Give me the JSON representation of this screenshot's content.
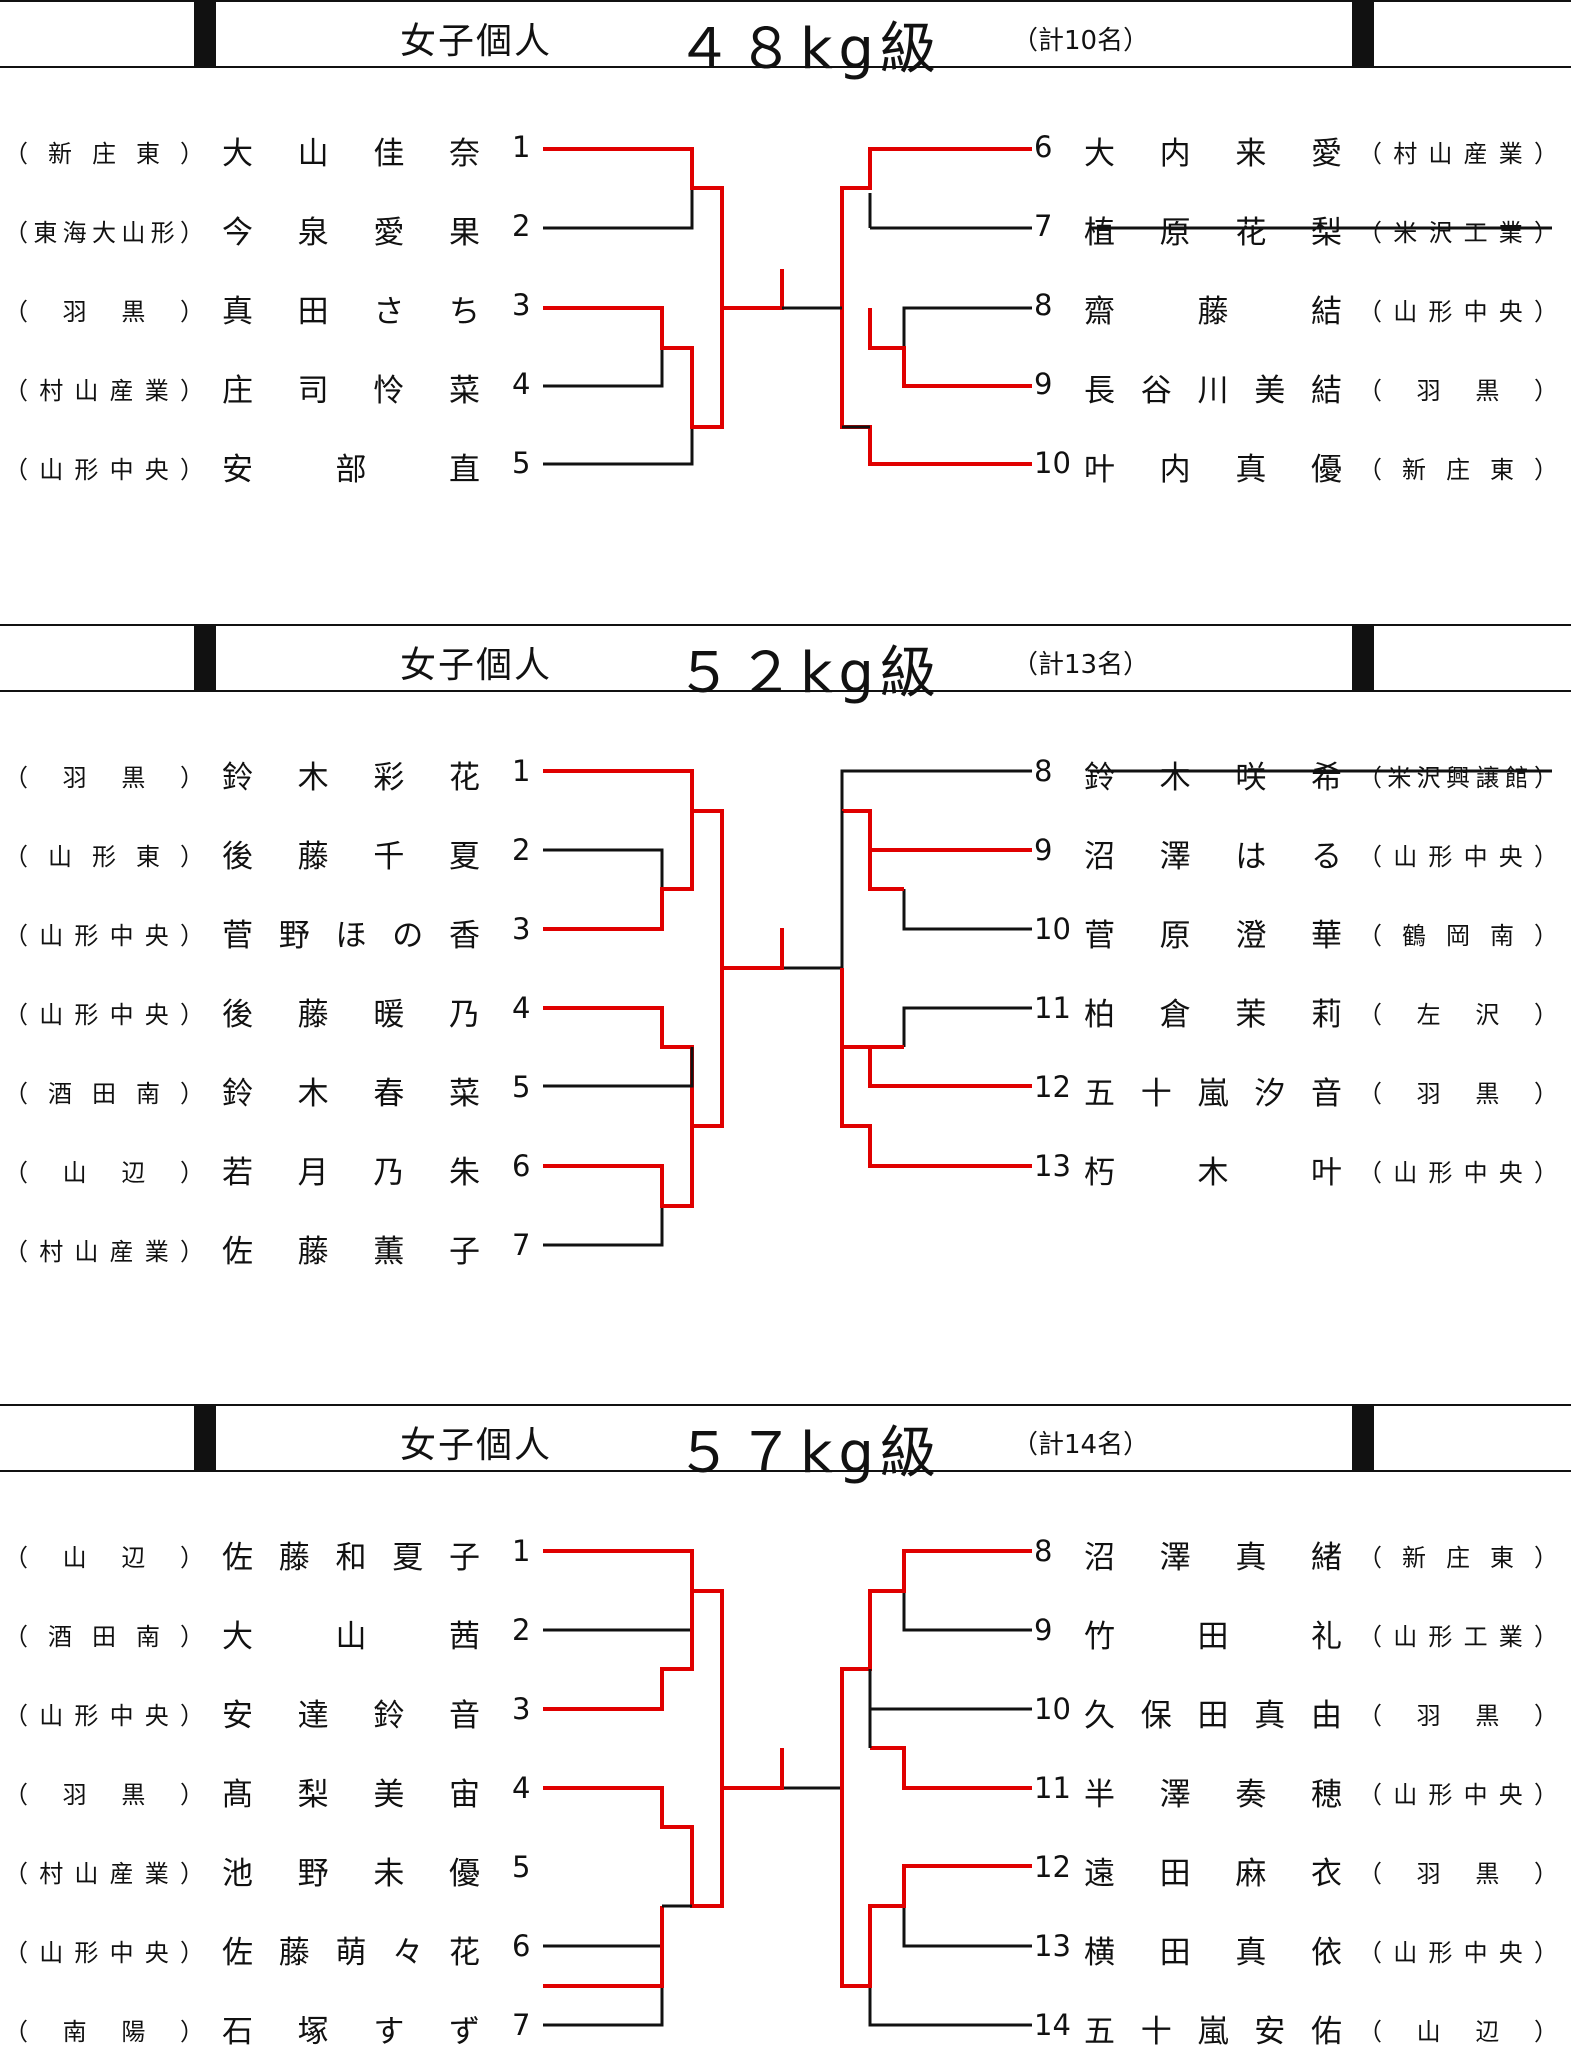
{
  "colors": {
    "winner_line": "#e00000",
    "normal_line": "#111111"
  },
  "sections": [
    {
      "title": "女子個人",
      "weight": "４８kg級",
      "count": "（計10名）",
      "left": [
        {
          "num": "1",
          "name": "大山佳奈",
          "school": "（新庄東）"
        },
        {
          "num": "2",
          "name": "今泉愛果",
          "school": "（東海大山形）"
        },
        {
          "num": "3",
          "name": "真田さち",
          "school": "（羽黒）"
        },
        {
          "num": "4",
          "name": "庄司怜菜",
          "school": "（村山産業）"
        },
        {
          "num": "5",
          "name": "安部直",
          "school": "（山形中央）"
        }
      ],
      "right": [
        {
          "num": "6",
          "name": "大内来愛",
          "school": "（村山産業）"
        },
        {
          "num": "7",
          "name": "植原花梨",
          "school": "（米沢工業）",
          "struck": true
        },
        {
          "num": "8",
          "name": "齋藤結",
          "school": "（山形中央）"
        },
        {
          "num": "9",
          "name": "長谷川美結",
          "school": "（羽黒）"
        },
        {
          "num": "10",
          "name": "叶内真優",
          "school": "（新庄東）"
        }
      ]
    },
    {
      "title": "女子個人",
      "weight": "５２kg級",
      "count": "（計13名）",
      "left": [
        {
          "num": "1",
          "name": "鈴木彩花",
          "school": "（羽黒）"
        },
        {
          "num": "2",
          "name": "後藤千夏",
          "school": "（山形東）"
        },
        {
          "num": "3",
          "name": "菅野ほの香",
          "school": "（山形中央）"
        },
        {
          "num": "4",
          "name": "後藤暖乃",
          "school": "（山形中央）"
        },
        {
          "num": "5",
          "name": "鈴木春菜",
          "school": "（酒田南）"
        },
        {
          "num": "6",
          "name": "若月乃朱",
          "school": "（山辺）"
        },
        {
          "num": "7",
          "name": "佐藤薫子",
          "school": "（村山産業）"
        }
      ],
      "right": [
        {
          "num": "8",
          "name": "鈴木咲希",
          "school": "（米沢興譲館）",
          "struck": true
        },
        {
          "num": "9",
          "name": "沼澤はる",
          "school": "（山形中央）"
        },
        {
          "num": "10",
          "name": "菅原澄華",
          "school": "（鶴岡南）"
        },
        {
          "num": "11",
          "name": "柏倉茉莉",
          "school": "（左沢）"
        },
        {
          "num": "12",
          "name": "五十嵐汐音",
          "school": "（羽黒）"
        },
        {
          "num": "13",
          "name": "朽木叶",
          "school": "（山形中央）"
        }
      ]
    },
    {
      "title": "女子個人",
      "weight": "５７kg級",
      "count": "（計14名）",
      "left": [
        {
          "num": "1",
          "name": "佐藤和夏子",
          "school": "（山辺）"
        },
        {
          "num": "2",
          "name": "大山茜",
          "school": "（酒田南）"
        },
        {
          "num": "3",
          "name": "安達鈴音",
          "school": "（山形中央）"
        },
        {
          "num": "4",
          "name": "髙梨美宙",
          "school": "（羽黒）"
        },
        {
          "num": "5",
          "name": "池野未優",
          "school": "（村山産業）"
        },
        {
          "num": "6",
          "name": "佐藤萌々花",
          "school": "（山形中央）"
        },
        {
          "num": "7",
          "name": "石塚すず",
          "school": "（南陽）"
        }
      ],
      "right": [
        {
          "num": "8",
          "name": "沼澤真緒",
          "school": "（新庄東）"
        },
        {
          "num": "9",
          "name": "竹田礼",
          "school": "（山形工業）"
        },
        {
          "num": "10",
          "name": "久保田真由",
          "school": "（羽黒）"
        },
        {
          "num": "11",
          "name": "半澤奏穂",
          "school": "（山形中央）"
        },
        {
          "num": "12",
          "name": "遠田麻衣",
          "school": "（羽黒）"
        },
        {
          "num": "13",
          "name": "横田真依",
          "school": "（山形中央）"
        },
        {
          "num": "14",
          "name": "五十嵐安佑",
          "school": "（山辺）"
        }
      ]
    }
  ]
}
